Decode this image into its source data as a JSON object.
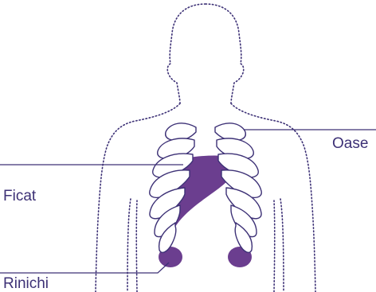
{
  "diagram": {
    "labels": {
      "bones": "Oase",
      "liver": "Ficat",
      "kidneys": "Rinichi"
    }
  },
  "colors": {
    "outline": "#3d3176",
    "organ_fill": "#6b3e8f",
    "rib_stroke": "#3d3176",
    "leader_line": "#3d3176",
    "dots": "#8a80a8"
  },
  "icons": [
    "body-outline-icon",
    "ribcage-icon",
    "liver-icon",
    "kidney-icon"
  ]
}
